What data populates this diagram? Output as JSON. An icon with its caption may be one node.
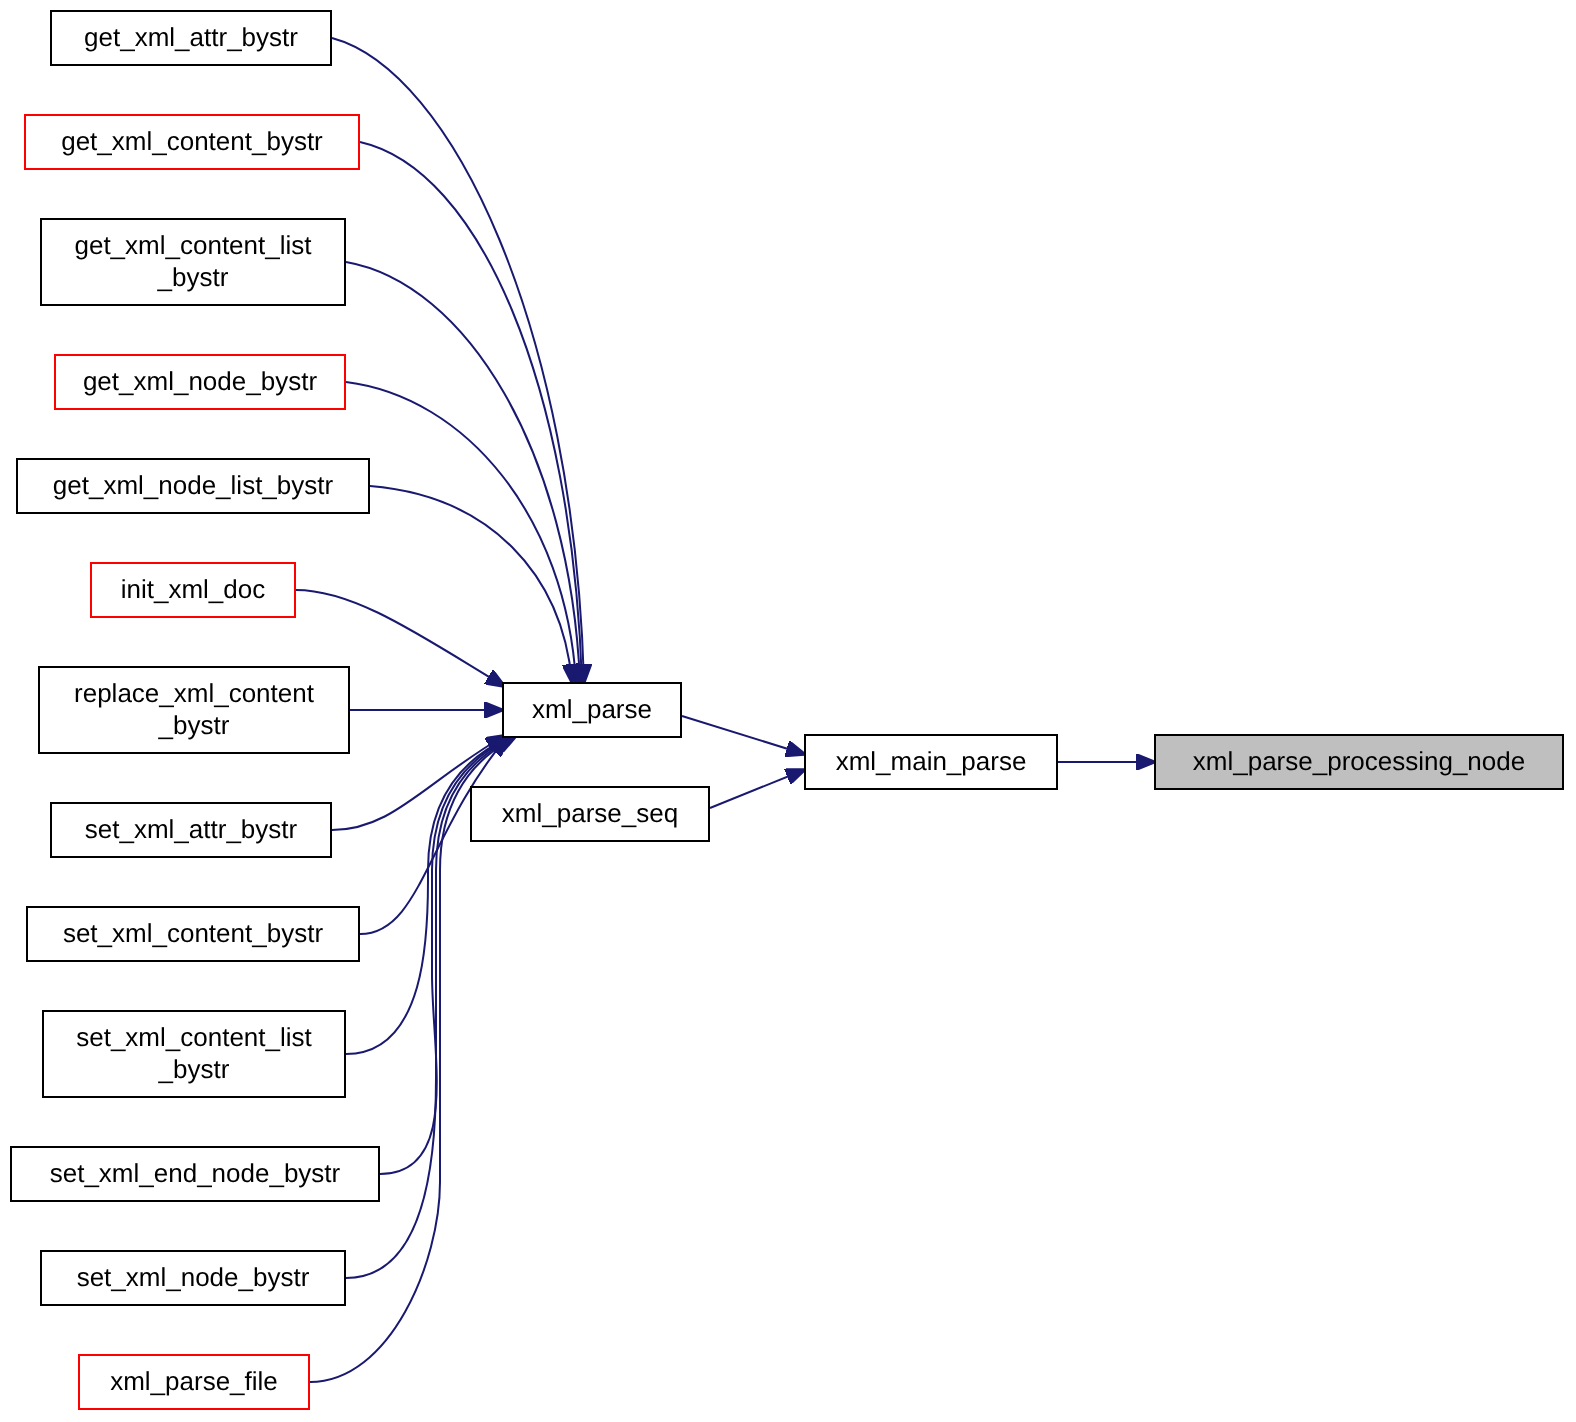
{
  "diagram": {
    "nodes": [
      {
        "text": [
          "get_xml_attr_bystr"
        ]
      },
      {
        "text": [
          "get_xml_content_bystr"
        ]
      },
      {
        "text": [
          "get_xml_content_list _bystr"
        ]
      },
      {
        "text": [
          "get_xml_node_bystr"
        ]
      },
      {
        "text": [
          "get_xml_node_list_bystr"
        ]
      },
      {
        "text": [
          "init_xml_doc"
        ]
      },
      {
        "text": [
          "replace_xml_content _bystr"
        ]
      },
      {
        "text": [
          "set_xml_attr_bystr"
        ]
      },
      {
        "text": [
          "set_xml_content_bystr"
        ]
      },
      {
        "text": [
          "set_xml_content_list _bystr"
        ]
      },
      {
        "text": [
          "set_xml_end_node_bystr"
        ]
      },
      {
        "text": [
          "set_xml_node_bystr"
        ]
      },
      {
        "text": [
          "xml_parse_file"
        ]
      },
      {
        "text": [
          "xml_parse"
        ]
      },
      {
        "text": [
          "xml_parse_seq"
        ]
      },
      {
        "text": [
          "xml_main_parse"
        ]
      },
      {
        "text": [
          "xml_parse_processing_node"
        ]
      }
    ],
    "edges": [
      {
        "from": 0,
        "to": 13,
        "arrow": "to"
      },
      {
        "from": 1,
        "to": 13,
        "arrow": "to"
      },
      {
        "from": 2,
        "to": 13,
        "arrow": "to"
      },
      {
        "from": 3,
        "to": 13,
        "arrow": "to"
      },
      {
        "from": 4,
        "to": 13,
        "arrow": "to"
      },
      {
        "from": 5,
        "to": 13,
        "arrow": "to"
      },
      {
        "from": 6,
        "to": 13,
        "arrow": "to"
      },
      {
        "from": 7,
        "to": 13,
        "arrow": "to"
      },
      {
        "from": 8,
        "to": 13,
        "arrow": "to"
      },
      {
        "from": 9,
        "to": 13,
        "arrow": "to"
      },
      {
        "from": 10,
        "to": 13,
        "arrow": "to"
      },
      {
        "from": 11,
        "to": 13,
        "arrow": "to"
      },
      {
        "from": 12,
        "to": 13,
        "arrow": "to"
      },
      {
        "from": 13,
        "to": 15,
        "arrow": "to"
      },
      {
        "from": 14,
        "to": 15,
        "arrow": "to"
      },
      {
        "from": 15,
        "to": 16,
        "arrow": "to"
      }
    ]
  }
}
